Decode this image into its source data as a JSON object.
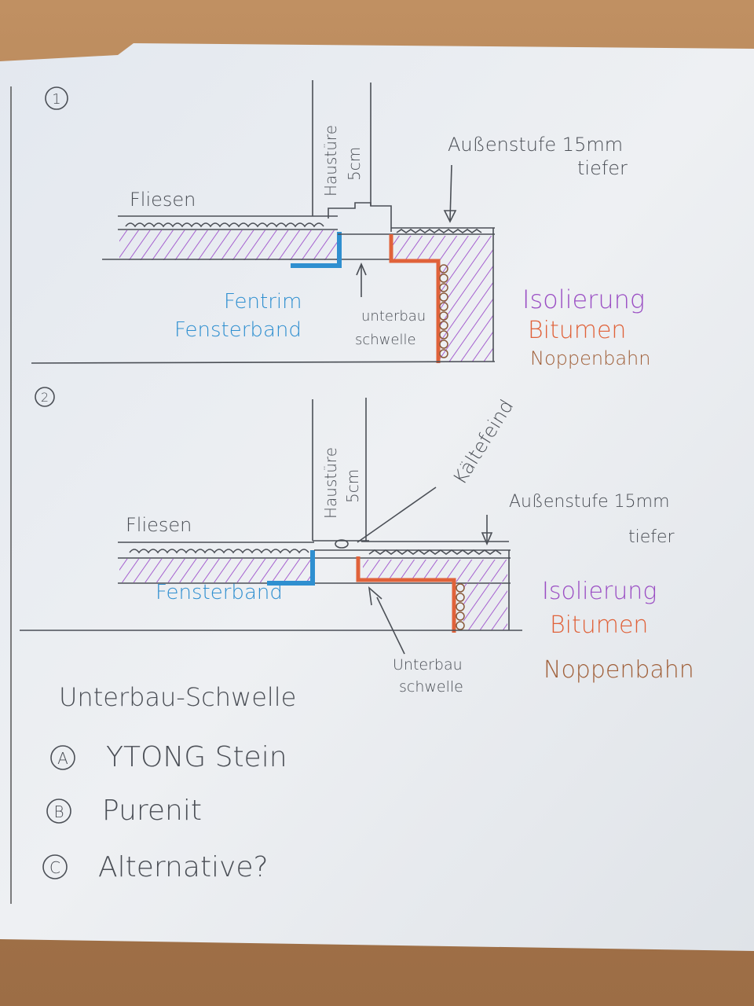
{
  "sketch_1": {
    "number": "1",
    "door_label": "Haustüre",
    "door_width": "5cm",
    "outer_step_label": "Außenstufe 15mm",
    "outer_step_label_2": "tiefer",
    "tiles_label": "Fliesen",
    "fentrim_label": "Fentrim",
    "window_tape_label": "Fensterband",
    "sill_label": "unterbau",
    "sill_label_2": "schwelle",
    "insulation_label": "Isolierung",
    "bitumen_label": "Bitumen",
    "dimple_sheet_label": "Noppenbahn"
  },
  "sketch_2": {
    "number": "2",
    "door_label": "Haustüre",
    "door_width": "5cm",
    "cold_enemy_label": "Kältefeind",
    "outer_step_label": "Außenstufe 15mm",
    "outer_step_label_2": "tiefer",
    "tiles_label": "Fliesen",
    "window_tape_label": "Fensterband",
    "sill_label": "Unterbau",
    "sill_label_2": "schwelle",
    "insulation_label": "Isolierung",
    "bitumen_label": "Bitumen",
    "dimple_sheet_label": "Noppenbahn"
  },
  "options": {
    "title": "Unterbau-Schwelle",
    "items": [
      {
        "letter": "A",
        "text": "YTONG Stein"
      },
      {
        "letter": "B",
        "text": "Purenit"
      },
      {
        "letter": "C",
        "text": "Alternative?"
      }
    ]
  },
  "colors": {
    "insulation": "#9b4fc4",
    "bitumen": "#e0623a",
    "dimple_sheet": "#a0603a",
    "window_tape": "#2f8fd0",
    "paper": "#e9ecf0"
  }
}
